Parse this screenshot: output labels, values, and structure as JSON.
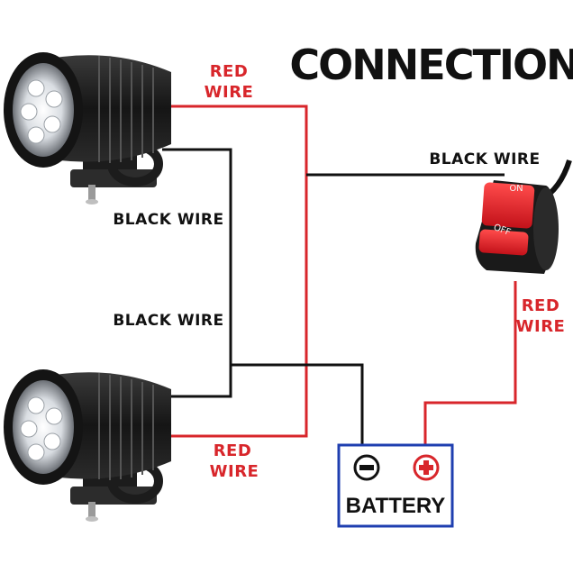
{
  "title": "CONNECTION",
  "labels": {
    "red_wire_top_line1": "RED",
    "red_wire_top_line2": "WIRE",
    "black_wire_switch": "BLACK WIRE",
    "black_wire_upper": "BLACK WIRE",
    "black_wire_lower": "BLACK WIRE",
    "red_wire_switch_line1": "RED",
    "red_wire_switch_line2": "WIRE",
    "red_wire_bottom_line1": "RED",
    "red_wire_bottom_line2": "WIRE"
  },
  "switch": {
    "on_label": "ON",
    "off_label": "OFF"
  },
  "battery": {
    "label": "BATTERY",
    "negative_symbol": "−",
    "positive_symbol": "+"
  },
  "colors": {
    "red_wire": "#d8262b",
    "black_wire": "#111111",
    "battery_border": "#1f3fb0",
    "switch_button": "#e31e24",
    "light_body": "#1b1b1b"
  }
}
